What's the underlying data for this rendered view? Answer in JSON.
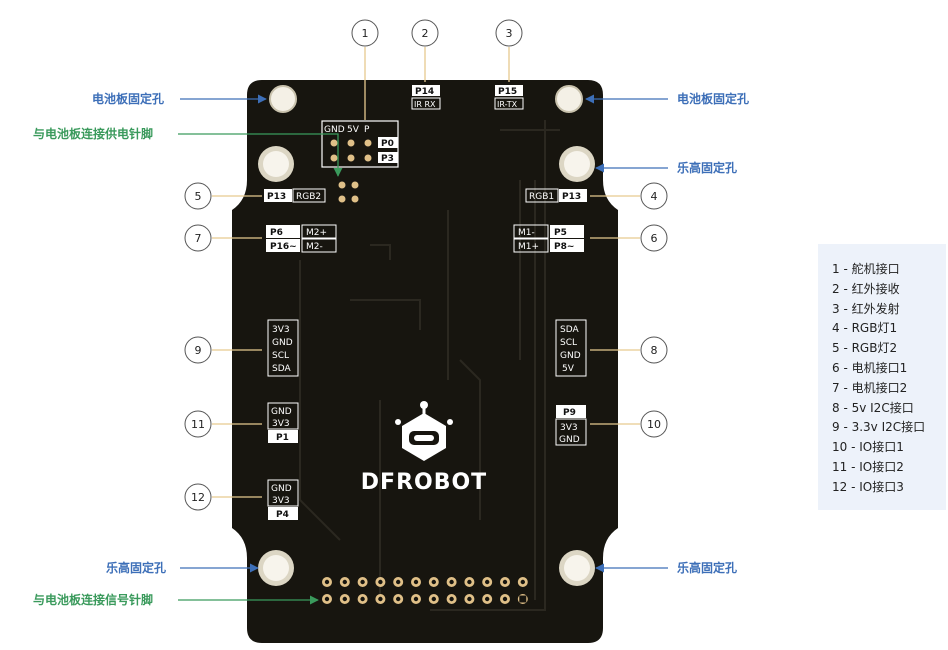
{
  "callouts": [
    "1",
    "2",
    "3",
    "4",
    "5",
    "6",
    "7",
    "8",
    "9",
    "10",
    "11",
    "12"
  ],
  "labels": {
    "battery_hole": "电池板固定孔",
    "lego_hole": "乐高固定孔",
    "power_pins": "与电池板连接供电针脚",
    "signal_pins": "与电池板连接信号针脚"
  },
  "board": {
    "brand": "DFROBOT",
    "servo": {
      "gnd": "GND",
      "v5": "5V",
      "p": "P",
      "p0": "P0",
      "p3": "P3"
    },
    "p14": "P14",
    "ir_rx": "IR RX",
    "p15": "P15",
    "ir_tx": "IR-TX",
    "p13_left": "P13",
    "rgb2": "RGB2",
    "rgb1": "RGB1",
    "p13_right": "P13",
    "p6": "P6",
    "m2p": "M2+",
    "p16": "P16~",
    "m2m": "M2-",
    "m1m": "M1-",
    "p5": "P5",
    "m1p": "M1+",
    "p8": "P8~",
    "i2c_left": [
      "3V3",
      "GND",
      "SCL",
      "SDA"
    ],
    "i2c_right": [
      "SDA",
      "SCL",
      "GND",
      "5V"
    ],
    "io_left1": {
      "gnd": "GND",
      "v33": "3V3",
      "pin": "P1"
    },
    "io_left2": {
      "gnd": "GND",
      "v33": "3V3",
      "pin": "P4"
    },
    "io_right": {
      "pin": "P9",
      "v33": "3V3",
      "gnd": "GND"
    }
  },
  "legend": [
    "1 - 舵机接口",
    "2 - 红外接收",
    "3 - 红外发射",
    "4 - RGB灯1",
    "5 - RGB灯2",
    "6 - 电机接口1",
    "7 - 电机接口2",
    "8 - 5v I2C接口",
    "9 - 3.3v I2C接口",
    "10 - IO接口1",
    "11 - IO接口2",
    "12 - IO接口3"
  ],
  "colors": {
    "board": "#17150f",
    "blue": "#3d6fb8",
    "green": "#3a9a5c",
    "gold": "#e0c088",
    "legend_bg": "#edf2fa"
  }
}
